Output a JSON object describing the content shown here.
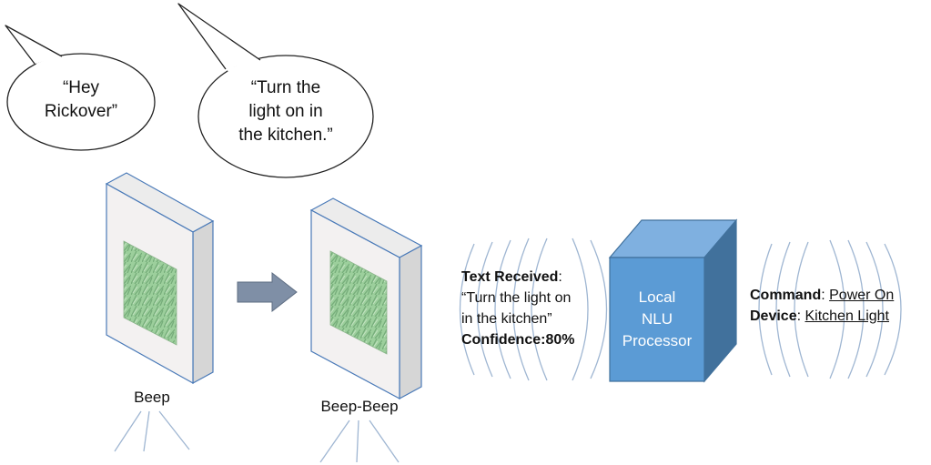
{
  "speech_bubbles": [
    {
      "text_line1": "“Hey",
      "text_line2": "Rickover”"
    },
    {
      "text_line1": "“Turn the",
      "text_line2": "light on in",
      "text_line3": "the kitchen.”"
    }
  ],
  "devices": [
    {
      "caption": "Beep"
    },
    {
      "caption": "Beep-Beep"
    }
  ],
  "text_received": {
    "label": "Text Received",
    "sep": ":",
    "line1": "“Turn the light on",
    "line2": "in the kitchen”",
    "confidence_label": "Confidence:",
    "confidence_value": "80%"
  },
  "processor": {
    "line1": "Local",
    "line2": "NLU",
    "line3": "Processor"
  },
  "output": {
    "command_label": "Command",
    "command_sep": ": ",
    "command_value": "Power On",
    "device_label": "Device",
    "device_sep": ": ",
    "device_value": "Kitchen Light"
  },
  "colors": {
    "device_edge": "#4a7ab8",
    "device_front": "#f3f1f1",
    "device_side": "#d6d6d6",
    "screen_green": "#9ccf9c",
    "arrow": "#7f8fa6",
    "cube_front": "#5b9bd5",
    "cube_side": "#41719c",
    "cube_top": "#7fb0e0",
    "waves": "#9fb6d2"
  }
}
